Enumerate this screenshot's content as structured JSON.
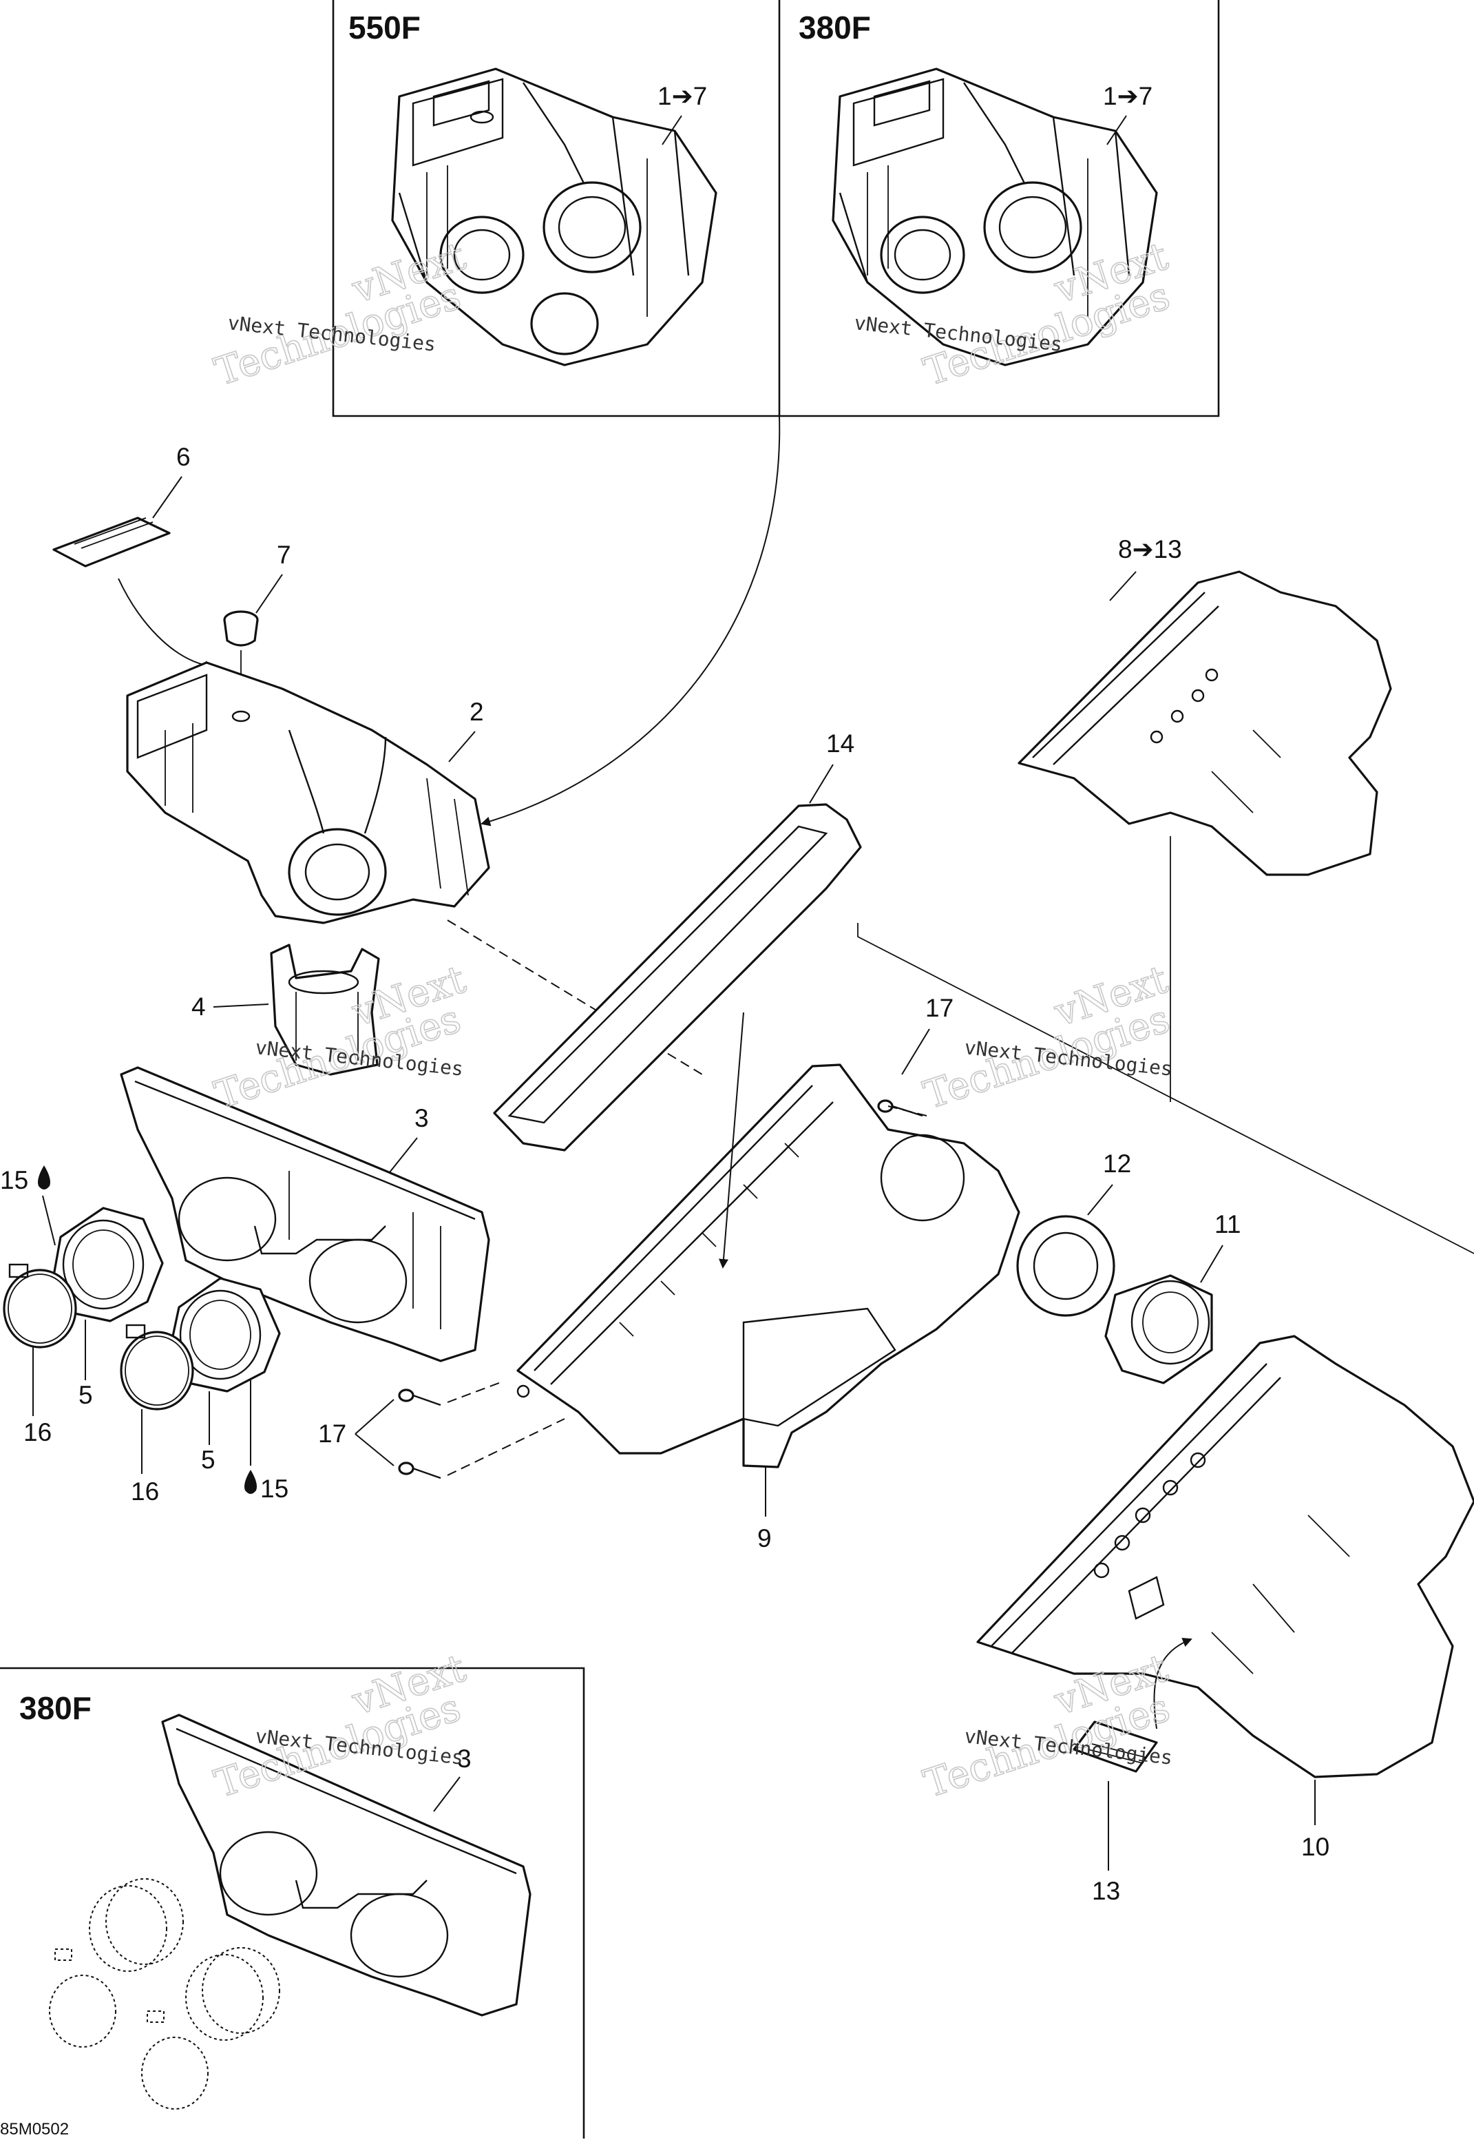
{
  "panels": {
    "top_left_model": "550F",
    "top_right_model": "380F",
    "bottom_left_model": "380F"
  },
  "callouts": {
    "c1to7_a": "1➔7",
    "c1to7_b": "1➔7",
    "c8to13": "8➔13",
    "c2": "2",
    "c3": "3",
    "c3_inset": "3",
    "c4": "4",
    "c5_a": "5",
    "c5_b": "5",
    "c6": "6",
    "c7": "7",
    "c9": "9",
    "c10": "10",
    "c11": "11",
    "c12": "12",
    "c13": "13",
    "c14": "14",
    "c15_a": "15",
    "c15_b": "15",
    "c16_a": "16",
    "c16_b": "16",
    "c17_a": "17",
    "c17_b": "17"
  },
  "watermark": {
    "brand": "vNext",
    "line1": "vNext Technologies",
    "line2": "Technologies"
  },
  "diagram_code": "85M0502",
  "icons": {
    "oil_drop": "oil-drop-icon",
    "arrow": "arrow-icon"
  }
}
